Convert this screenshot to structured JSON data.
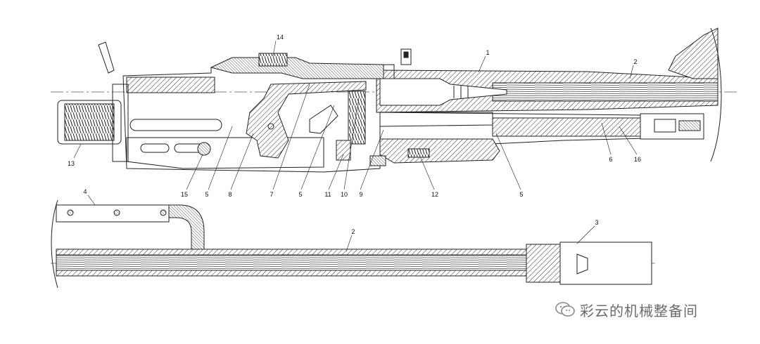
{
  "diagram": {
    "callouts": {
      "c1": "1",
      "c2_top": "2",
      "c2_bottom": "2",
      "c3": "3",
      "c4": "4",
      "c5_a": "5",
      "c5_b": "5",
      "c5_c": "5",
      "c6": "6",
      "c7": "7",
      "c8": "8",
      "c9": "9",
      "c10": "10",
      "c11": "11",
      "c12": "12",
      "c13": "13",
      "c14": "14",
      "c15": "15",
      "c16": "16"
    }
  },
  "watermark": {
    "icon": "wechat-icon",
    "text": "彩云的机械整备间"
  }
}
